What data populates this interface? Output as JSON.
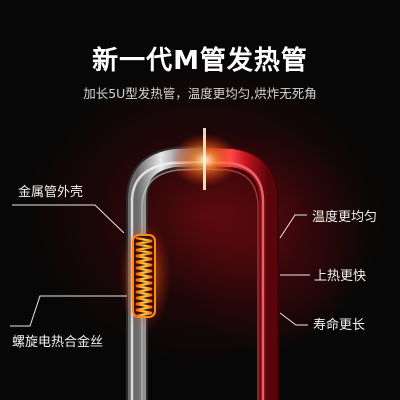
{
  "title": "新一代M管发热管",
  "subtitle": "加长5U型发热管，温度更均匀,烘炸无死角",
  "callouts": {
    "metal_shell": "金属管外壳",
    "spiral_wire": "螺旋电热合金丝"
  },
  "features": [
    "温度更均匀",
    "上热更快",
    "寿命更长"
  ],
  "colors": {
    "background": "#070707",
    "glow_red": "#c4141e",
    "coil_orange": "#ff9a1a",
    "text": "#ffffff"
  }
}
